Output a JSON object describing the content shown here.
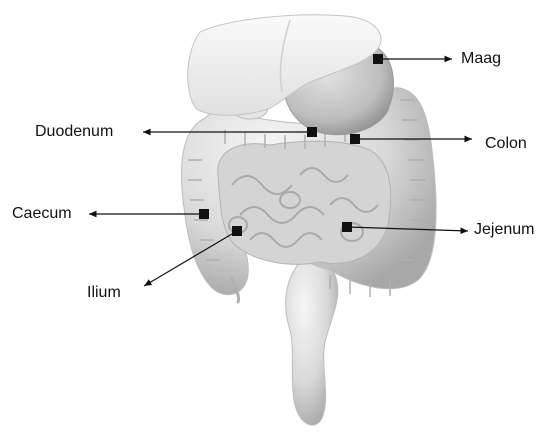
{
  "colors": {
    "organ_light": "#f4f4f4",
    "organ_mid": "#d6d6d6",
    "organ_dark": "#a9a9a9",
    "outline": "#bdbdbd",
    "arrow": "#111111"
  },
  "labels": {
    "maag": "Maag",
    "duodenum": "Duodenum",
    "colon": "Colon",
    "caecum": "Caecum",
    "jejenum": "Jejenum",
    "ilium": "Ilium"
  }
}
